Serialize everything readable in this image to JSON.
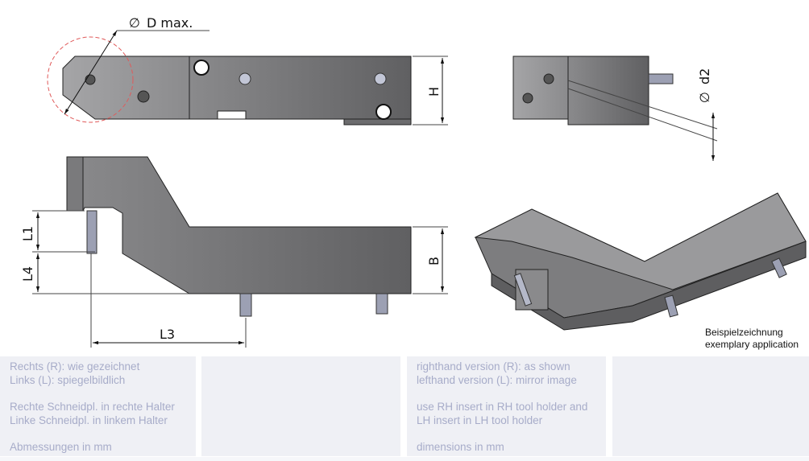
{
  "drawing": {
    "labels": {
      "dmax": "D max.",
      "diameter_symbol": "∅",
      "h": "H",
      "d2": "d2",
      "l1": "L1",
      "l4": "L4",
      "b": "B",
      "l3": "L3"
    },
    "caption": {
      "line1": "Beispielzeichnung",
      "line2": "exemplary application"
    },
    "colors": {
      "body_dark": "#6e6e70",
      "body_light": "#9c9c9e",
      "dmax_circle": "#e05a5a",
      "panel_bg": "#eff0f5",
      "panel_text": "#a7acc9"
    }
  },
  "panels": [
    {
      "lines": [
        "Rechts (R): wie gezeichnet",
        "Links (L): spiegelbildlich"
      ],
      "lines2": [
        "Rechte Schneidpl. in rechte Halter",
        "Linke Schneidpl. in linkem Halter"
      ],
      "footer": "Abmessungen in mm"
    },
    {},
    {
      "lines": [
        "righthand version (R): as shown",
        "lefthand version (L): mirror image"
      ],
      "lines2": [
        "use RH insert in RH tool holder and",
        "LH insert in LH tool holder"
      ],
      "footer": "dimensions in mm"
    },
    {}
  ]
}
